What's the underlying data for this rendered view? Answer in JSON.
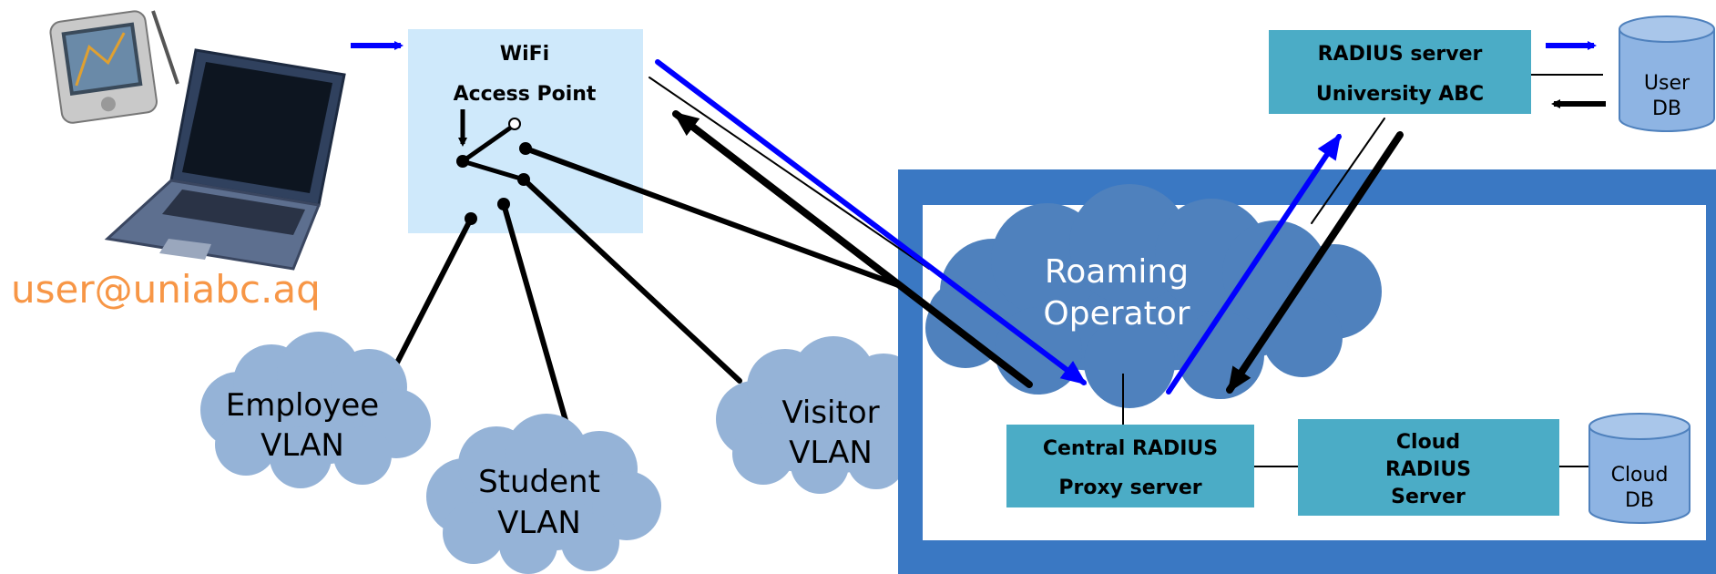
{
  "user": {
    "email": "user@uniabc.aq",
    "devices_icon": "laptop-and-pda-icon"
  },
  "access_point": {
    "line1": "WiFi",
    "line2": "Access Point"
  },
  "vlans": {
    "employee": [
      "Employee",
      "VLAN"
    ],
    "student": [
      "Student",
      "VLAN"
    ],
    "visitor": [
      "Visitor",
      "VLAN"
    ]
  },
  "radius_university": {
    "line1": "RADIUS server",
    "line2": "University ABC"
  },
  "user_db": {
    "line1": "User",
    "line2": "DB"
  },
  "roaming": {
    "line1": "Roaming",
    "line2": "Operator"
  },
  "central_proxy": {
    "line1": "Central RADIUS",
    "line2": "Proxy server"
  },
  "cloud_radius": {
    "line1": "Cloud",
    "line2": "RADIUS",
    "line3": "Server"
  },
  "cloud_db": {
    "line1": "Cloud",
    "line2": "DB"
  },
  "colors": {
    "ap_fill": "#cfe9fb",
    "server_fill": "#4bacc6",
    "db_fill": "#8eb4e3",
    "cloud_fill": "#95b3d7",
    "roaming_cloud": "#4f81bd",
    "frame": "#3a78c3",
    "email": "#f79646",
    "blue_arrow": "#0000ff"
  }
}
